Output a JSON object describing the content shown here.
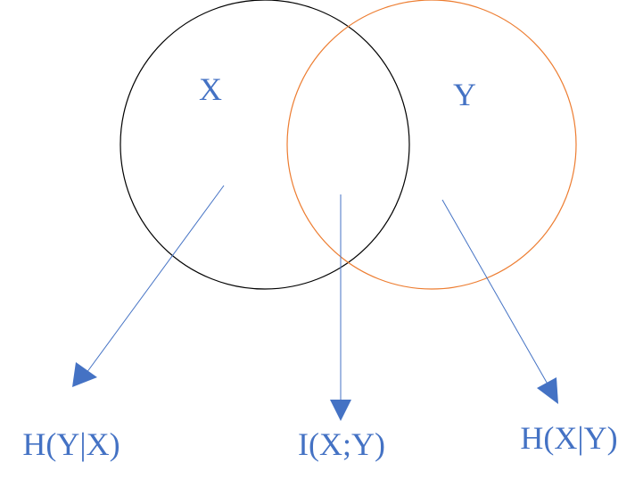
{
  "diagram": {
    "sets": [
      {
        "label": "X",
        "stroke_color": "#000000",
        "label_color": "#4472C4"
      },
      {
        "label": "Y",
        "stroke_color": "#ED7D31",
        "label_color": "#4472C4"
      }
    ],
    "regions": [
      {
        "label": "H(Y|X)"
      },
      {
        "label": "I(X;Y)"
      },
      {
        "label": "H(X|Y)"
      }
    ],
    "arrow_color": "#4472C4",
    "text_color": "#4472C4"
  }
}
